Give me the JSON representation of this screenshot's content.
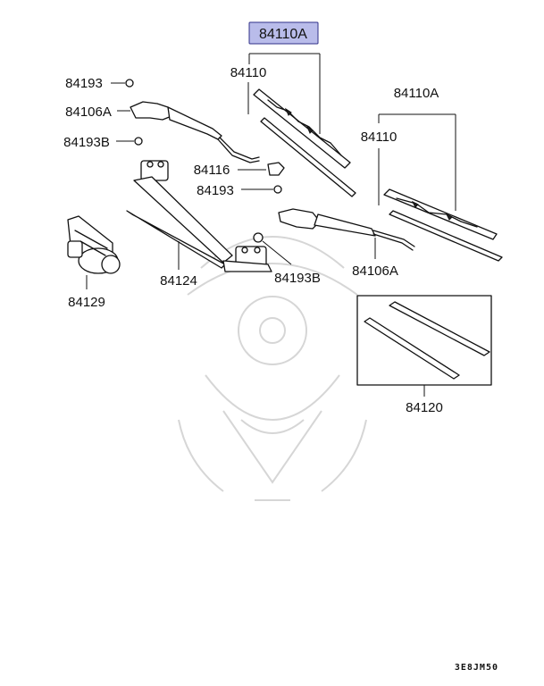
{
  "highlight": {
    "fill": "#b9bcea",
    "stroke": "#2f2f88"
  },
  "labels": {
    "p84110A_top": "84110A",
    "p84110_left": "84110",
    "p84110A_right": "84110A",
    "p84110_right": "84110",
    "p84193_a": "84193",
    "p84106A_left": "84106A",
    "p84193B_a": "84193B",
    "p84116": "84116",
    "p84193_b": "84193",
    "p84124": "84124",
    "p84129": "84129",
    "p84193B_b": "84193B",
    "p84106A_right": "84106A",
    "p84120": "84120"
  },
  "diagram_code": "3E8JM50"
}
